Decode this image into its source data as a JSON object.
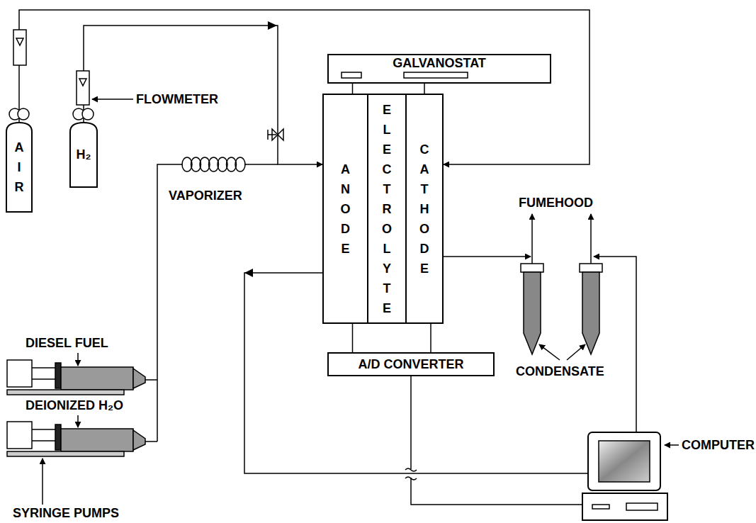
{
  "diagram": {
    "nodes": [
      {
        "text": [
          "AIR"
        ]
      },
      {
        "text": [
          "H₂"
        ]
      },
      {
        "text": [
          "GALVANOSTAT"
        ]
      },
      {
        "text": [
          "ANODE"
        ]
      },
      {
        "text": [
          "ELECTROLYTE"
        ]
      },
      {
        "text": [
          "CATHODE"
        ]
      },
      {
        "text": [
          "A/D CONVERTER"
        ]
      }
    ],
    "edges": [
      {
        "from": 0,
        "to": 5,
        "arrow": "to"
      },
      {
        "from": 1,
        "to": 3,
        "arrow": "to"
      },
      {
        "from": 2,
        "to": 3,
        "arrow": "none"
      },
      {
        "from": 2,
        "to": 5,
        "arrow": "none"
      },
      {
        "from": 6,
        "to": 3,
        "arrow": "none"
      },
      {
        "from": 6,
        "to": 5,
        "arrow": "none"
      }
    ],
    "labels": [
      "FLOWMETER",
      "VAPORIZER",
      "DIESEL FUEL",
      "DEIONIZED H₂O",
      "SYRINGE PUMPS",
      "FUMEHOOD",
      "CONDENSATE",
      "COMPUTER"
    ]
  }
}
